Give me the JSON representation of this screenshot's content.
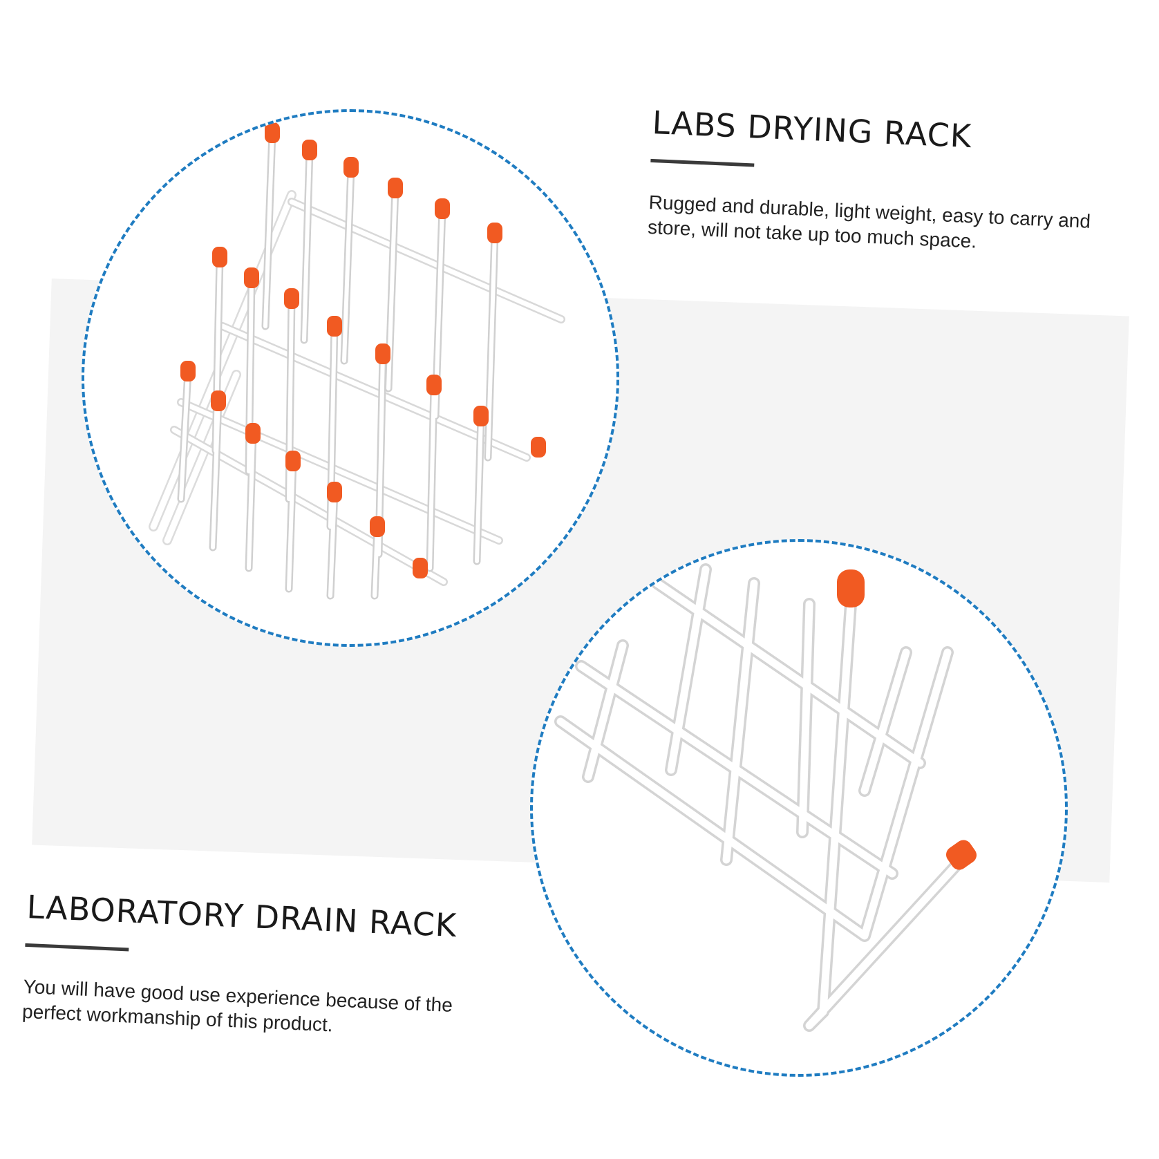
{
  "sections": {
    "top": {
      "heading": "LABS DRYING RACK",
      "description": "Rugged and durable, light weight, easy to carry and store, will not take up too much space."
    },
    "bottom": {
      "heading": "LABORATORY DRAIN RACK",
      "description": "You will have good use experience because of the perfect workmanship of this product."
    }
  },
  "colors": {
    "dashed_border": "#1f7cc1",
    "peg_tip": "#f15a22",
    "wire": "#ffffff",
    "backdrop": "#f4f4f4"
  }
}
